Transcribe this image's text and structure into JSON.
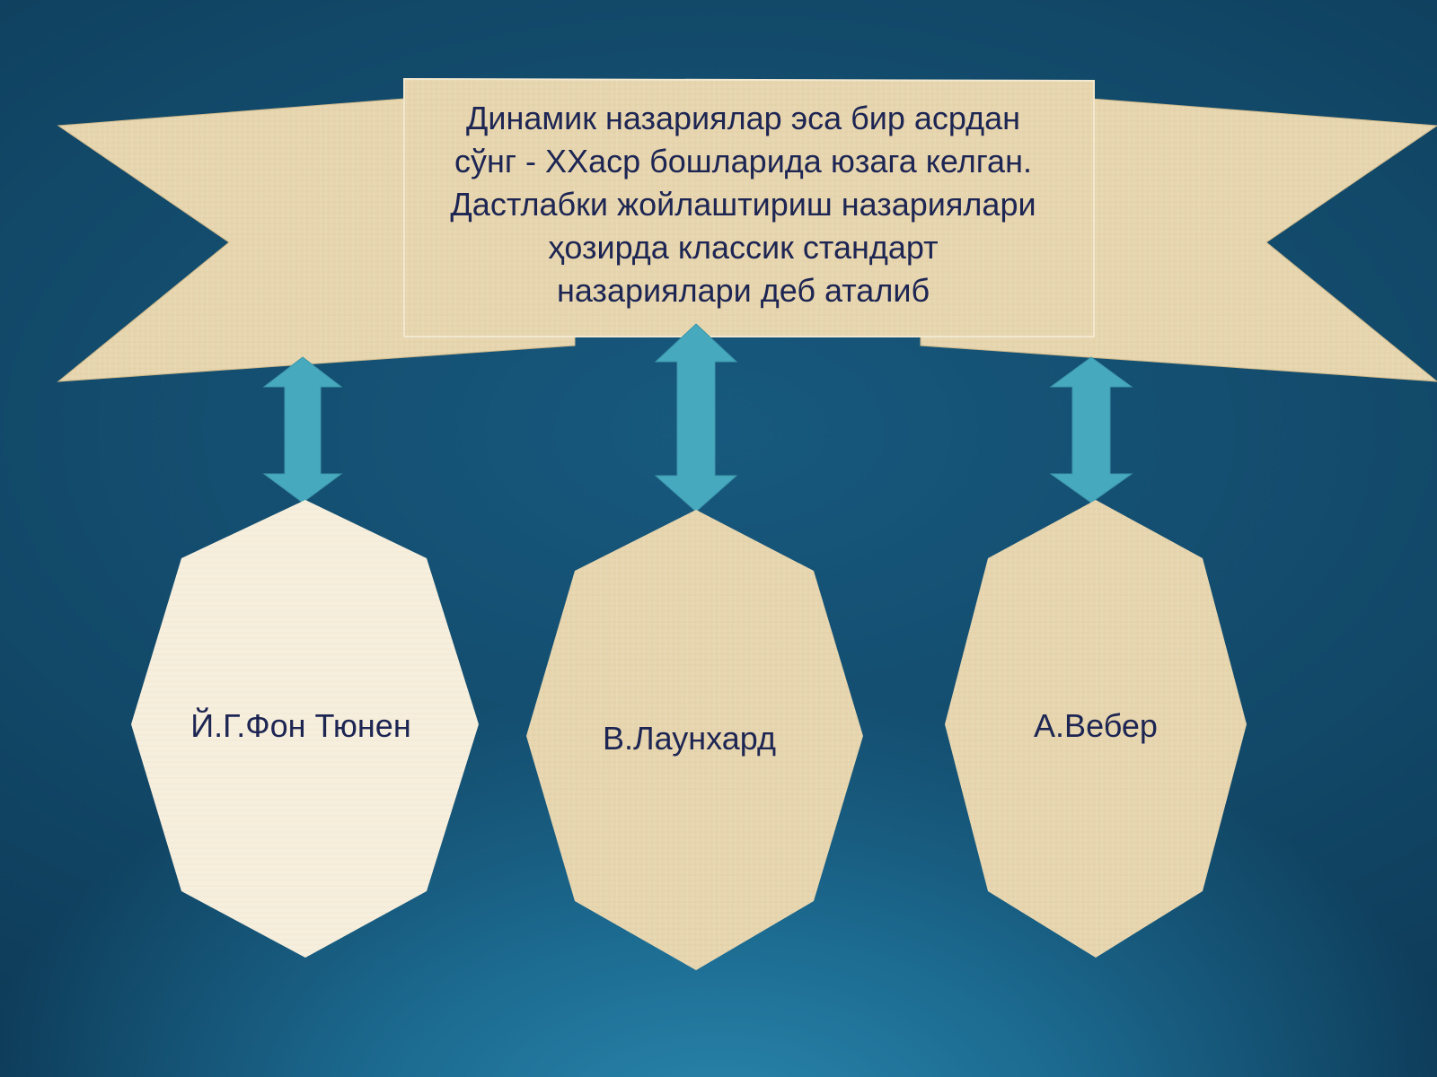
{
  "banner": {
    "lines": [
      "Динамик назариялар эса бир асрдан",
      "сўнг - XXаср бошларида юзага келган.",
      "Дастлабки жойлаштириш назариялари",
      "ҳозирда классик стандарт",
      "назариялари деб аталиб"
    ]
  },
  "stars": [
    {
      "label": "Й.Г.Фон Тюнен"
    },
    {
      "label": "В.Лаунхард"
    },
    {
      "label": "А.Вебер"
    }
  ],
  "colors": {
    "parchment": "#e6d5ae",
    "parchment_light": "#f6efde",
    "arrow": "#47a9bd",
    "text": "#1d2553",
    "background": "#124868"
  }
}
